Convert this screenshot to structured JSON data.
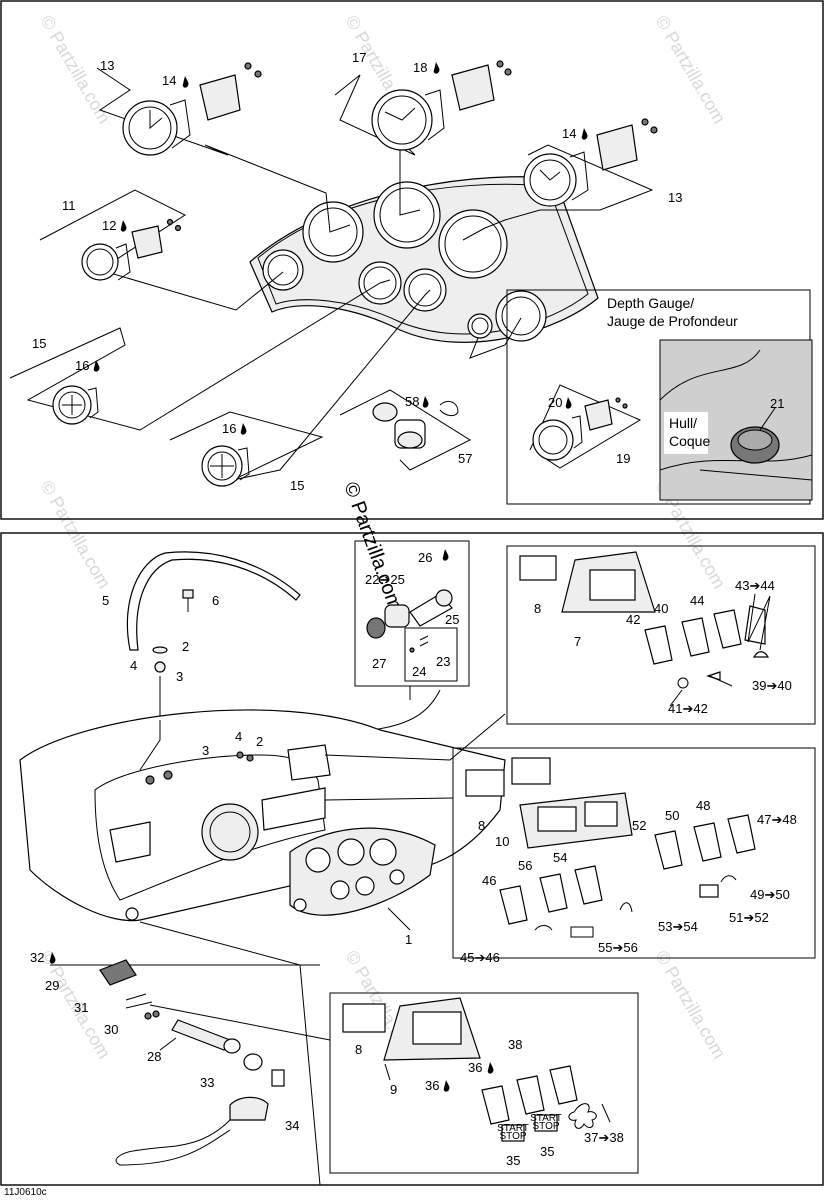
{
  "diagram": {
    "code": "11J0610c",
    "watermark_center": "© Partzilla.com",
    "watermark_repeat": "© Partzilla.com",
    "depth_gauge_caption_en": "Depth Gauge/",
    "depth_gauge_caption_fr": "Jauge de Profondeur",
    "hull_caption_en": "Hull/",
    "hull_caption_fr": "Coque",
    "start_stop_label_1": "START",
    "start_stop_label_2": "STOP",
    "callouts": {
      "c13a": "13",
      "c14a": "14",
      "c17": "17",
      "c18": "18",
      "c14b": "14",
      "c13b": "13",
      "c11": "11",
      "c12": "12",
      "c15a": "15",
      "c16a": "16",
      "c16b": "16",
      "c15b": "15",
      "c58": "58",
      "c57": "57",
      "c20": "20",
      "c19": "19",
      "c21": "21",
      "c5": "5",
      "c6": "6",
      "c2a": "2",
      "c4a": "4",
      "c3a": "3",
      "c26": "26",
      "c22": "22➔25",
      "c25": "25",
      "c27": "27",
      "c24": "24",
      "c23": "23",
      "c8a": "8",
      "c7": "7",
      "c43": "43➔44",
      "c40": "40",
      "c44": "44",
      "c42": "42",
      "c39": "39➔40",
      "c41": "41➔42",
      "c3b": "3",
      "c4b": "4",
      "c2b": "2",
      "c8b": "8",
      "c10": "10",
      "c48": "48",
      "c50": "50",
      "c52": "52",
      "c47": "47➔48",
      "c56": "56",
      "c54": "54",
      "c46": "46",
      "c49": "49➔50",
      "c51": "51➔52",
      "c53": "53➔54",
      "c55": "55➔56",
      "c45": "45➔46",
      "c1": "1",
      "c32": "32",
      "c29": "29",
      "c31": "31",
      "c30": "30",
      "c28": "28",
      "c33": "33",
      "c34": "34",
      "c8c": "8",
      "c9": "9",
      "c38": "38",
      "c36a": "36",
      "c36b": "36",
      "c35a": "35",
      "c35b": "35",
      "c37": "37➔38"
    }
  }
}
